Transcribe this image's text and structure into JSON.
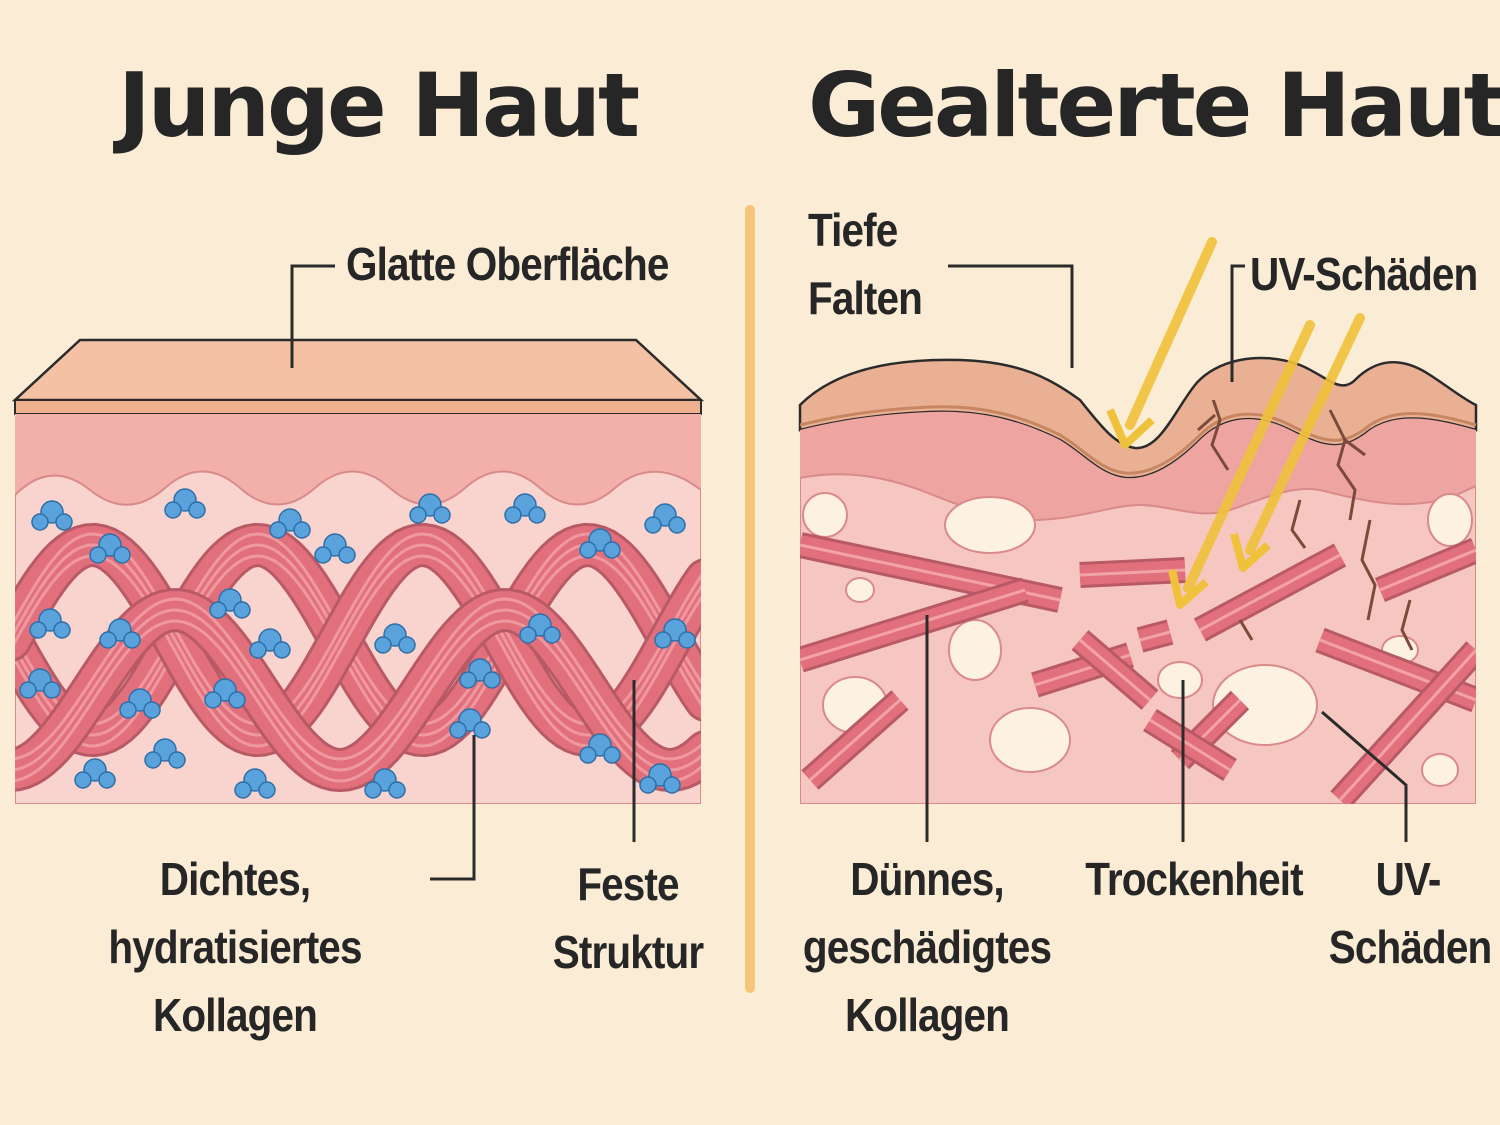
{
  "titles": {
    "young": "Junge Haut",
    "aged": "Gealterte Haut"
  },
  "young_labels": {
    "surface": "Glatte Oberfläche",
    "collagen": [
      "Dichtes,",
      "hydratisiertes",
      "Kollagen"
    ],
    "structure": [
      "Feste",
      "Struktur"
    ]
  },
  "aged_labels": {
    "wrinkles": [
      "Tiefe",
      "Falten"
    ],
    "uv_top": "UV-Schäden",
    "collagen": [
      "Dünnes,",
      "geschädigtes",
      "Kollagen"
    ],
    "dryness": "Trockenheit",
    "uv_bottom": [
      "UV-",
      "Schäden"
    ]
  },
  "colors": {
    "background": "#fbecd6",
    "epidermis_top": "#f4c1a4",
    "dermis": "#eea2a0",
    "tissue": "#f8cdc8",
    "collagen_fiber": "#e2707c",
    "water_molecule": "#5aa2dc",
    "uv_ray": "#f2c93c",
    "dry_pocket": "#fdf2e2",
    "divider": "#f5c679",
    "text": "#262626"
  }
}
